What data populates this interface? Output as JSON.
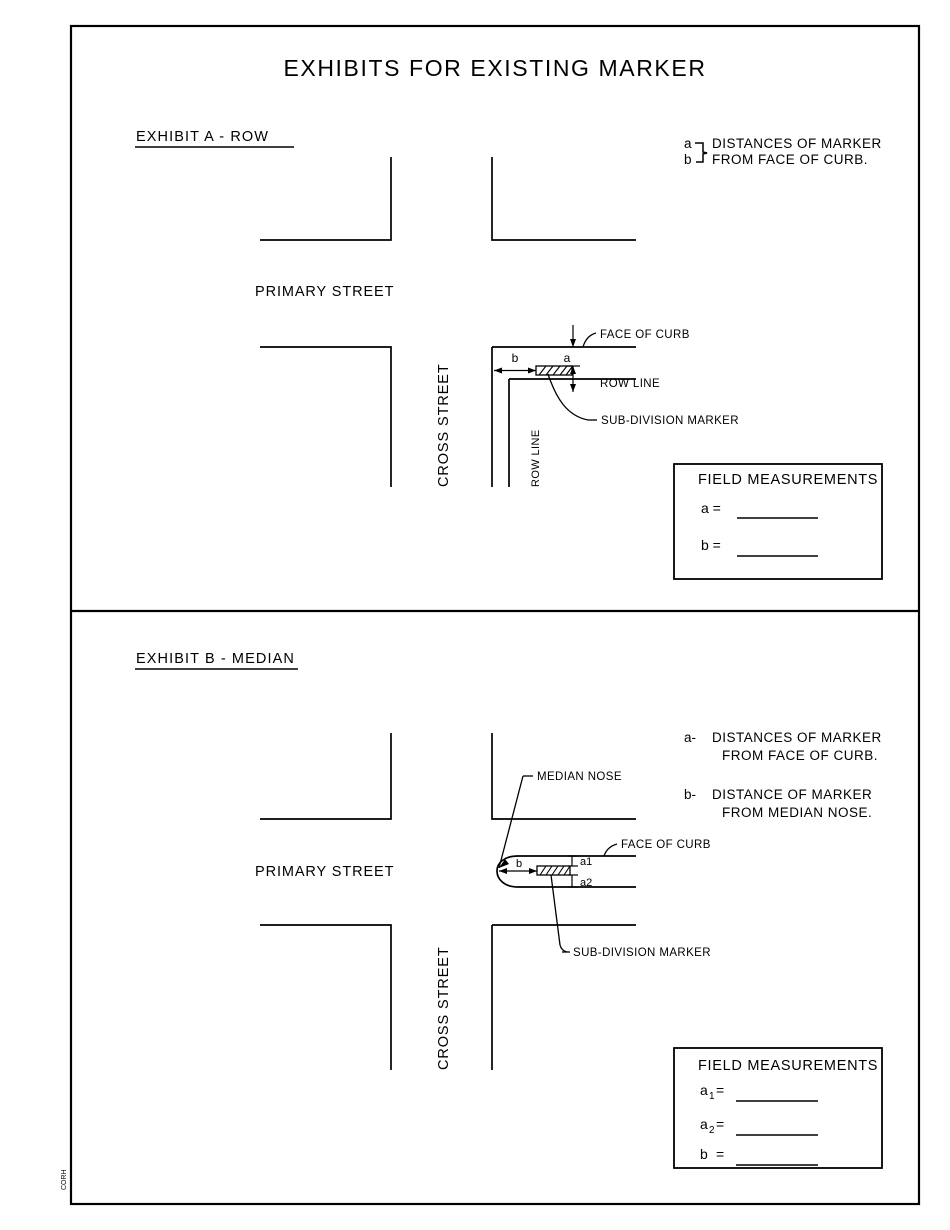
{
  "sheet": {
    "title": "EXHIBITS FOR EXISTING MARKER",
    "corner_mark": "CORH"
  },
  "exhibit_a": {
    "heading": "EXHIBIT A - ROW",
    "legend": {
      "sym1": "a",
      "sym2": "b",
      "line1": "DISTANCES OF MARKER",
      "line2": "FROM FACE OF CURB."
    },
    "street_primary": "PRIMARY STREET",
    "street_cross": "CROSS STREET",
    "callouts": {
      "face_of_curb": "FACE OF CURB",
      "row_line": "ROW LINE",
      "row_line_vertical": "ROW LINE",
      "sub_division_marker": "SUB-DIVISION MARKER"
    },
    "dims": {
      "a": "a",
      "b": "b"
    },
    "field_box": {
      "title": "FIELD MEASUREMENTS",
      "rows": [
        {
          "label": "a =",
          "value": ""
        },
        {
          "label": "b =",
          "value": ""
        }
      ]
    }
  },
  "exhibit_b": {
    "heading": "EXHIBIT B - MEDIAN",
    "legend": [
      {
        "sym": "a-",
        "line1": "DISTANCES OF MARKER",
        "line2": "FROM FACE OF CURB."
      },
      {
        "sym": "b-",
        "line1": "DISTANCE OF MARKER",
        "line2": "FROM MEDIAN NOSE."
      }
    ],
    "street_primary": "PRIMARY STREET",
    "street_cross": "CROSS STREET",
    "callouts": {
      "median_nose": "MEDIAN NOSE",
      "face_of_curb": "FACE OF CURB",
      "sub_division_marker": "SUB-DIVISION MARKER"
    },
    "dims": {
      "a1": "a1",
      "a2": "a2",
      "b": "b"
    },
    "field_box": {
      "title": "FIELD MEASUREMENTS",
      "rows": [
        {
          "label_main": "a",
          "label_sub": "1",
          "eq": "=",
          "value": ""
        },
        {
          "label_main": "a",
          "label_sub": "2",
          "eq": "=",
          "value": ""
        },
        {
          "label_main": "b",
          "label_sub": "",
          "eq": "=",
          "value": ""
        }
      ]
    }
  },
  "colors": {
    "ink": "#000000",
    "paper": "#ffffff"
  }
}
